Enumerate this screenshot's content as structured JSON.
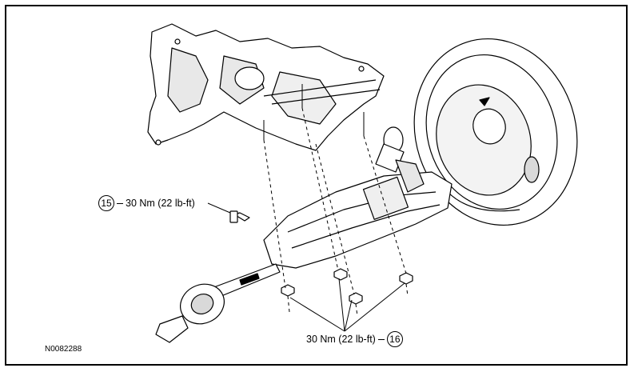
{
  "callouts": {
    "c15": {
      "number": "15",
      "torque": "30 Nm (22 lb-ft)"
    },
    "c16": {
      "number": "16",
      "torque": "30 Nm (22 lb-ft)"
    }
  },
  "figure_id": "N0082288",
  "colors": {
    "line": "#000000",
    "fill": "#ffffff",
    "shade": "#d9d9d9"
  }
}
